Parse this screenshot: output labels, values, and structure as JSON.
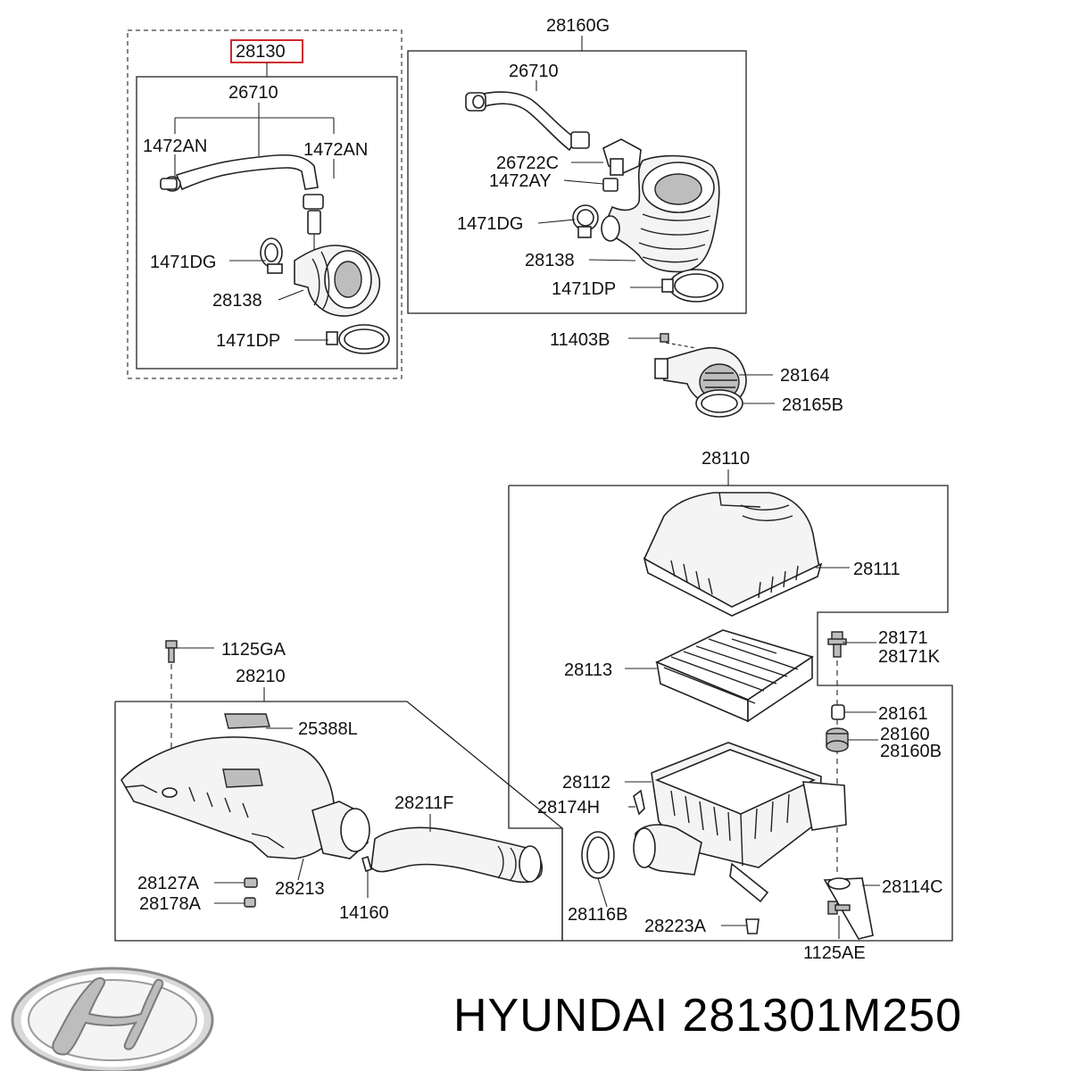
{
  "labels": {
    "l_28130": "28130",
    "l_26710_a": "26710",
    "l_1472AN_a": "1472AN",
    "l_1472AN_b": "1472AN",
    "l_1471DG_a": "1471DG",
    "l_28138_a": "28138",
    "l_1471DP_a": "1471DP",
    "l_28160G": "28160G",
    "l_26710_b": "26710",
    "l_26722C": "26722C",
    "l_1472AY": "1472AY",
    "l_1471DG_b": "1471DG",
    "l_28138_b": "28138",
    "l_1471DP_b": "1471DP",
    "l_11403B": "11403B",
    "l_28164": "28164",
    "l_28165B": "28165B",
    "l_28110": "28110",
    "l_28111": "28111",
    "l_28113": "28113",
    "l_28171": "28171",
    "l_28171K": "28171K",
    "l_28161": "28161",
    "l_28160": "28160",
    "l_28160B": "28160B",
    "l_28112": "28112",
    "l_28174H": "28174H",
    "l_28114C": "28114C",
    "l_28116B": "28116B",
    "l_28223A": "28223A",
    "l_1125AE": "1125AE",
    "l_1125GA": "1125GA",
    "l_28210": "28210",
    "l_25388L": "25388L",
    "l_28211F": "28211F",
    "l_28127A": "28127A",
    "l_28178A": "28178A",
    "l_28213": "28213",
    "l_14160": "14160"
  },
  "highlight": {
    "part_number": "28130",
    "color": "#d0262e"
  },
  "brand": {
    "name": "HYUNDAI",
    "part_number": "281301M250",
    "logo": "hyundai-logo-icon"
  }
}
